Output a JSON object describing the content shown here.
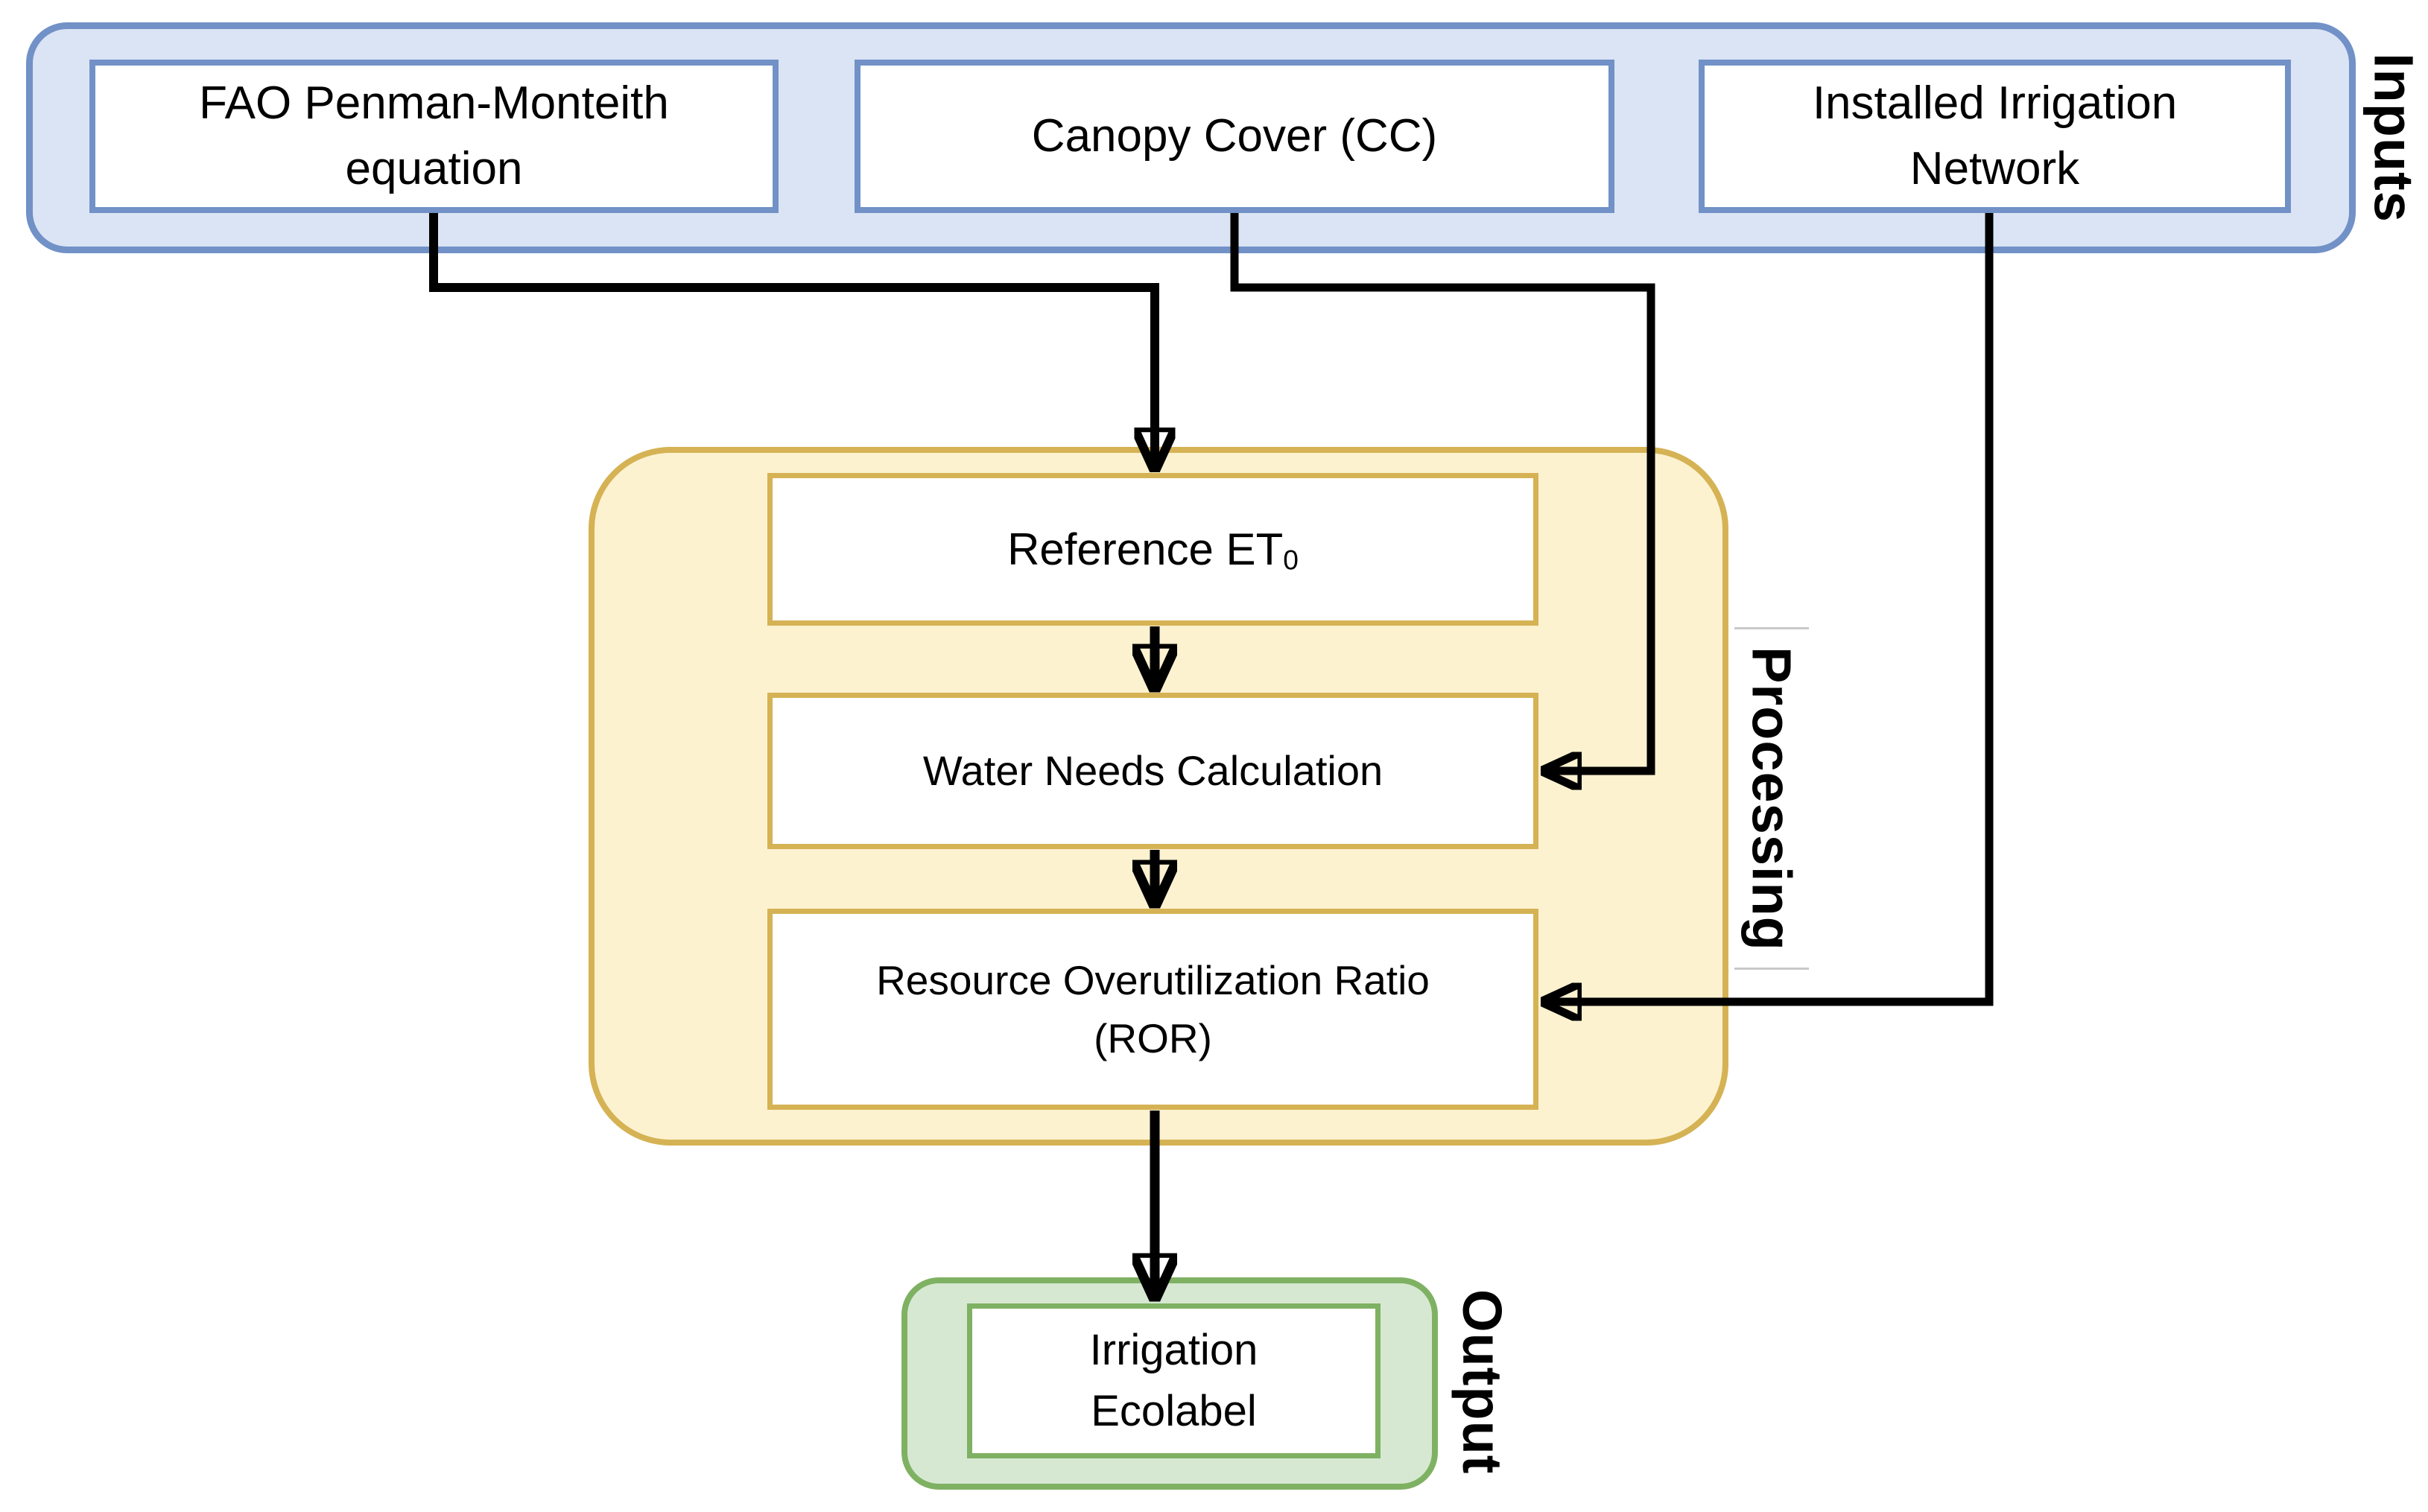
{
  "groups": {
    "inputs": {
      "label": "Inputs",
      "boxes": {
        "fao": {
          "line1": "FAO Penman-Monteith",
          "line2": "equation"
        },
        "canopy": {
          "line1": "Canopy Cover (CC)"
        },
        "network": {
          "line1": "Installed Irrigation",
          "line2": "Network"
        }
      }
    },
    "processing": {
      "label": "Processing",
      "boxes": {
        "reference": {
          "text": "Reference ET",
          "subscript": "0"
        },
        "water": {
          "line1": "Water Needs Calculation"
        },
        "ror": {
          "line1": "Resource Overutilization Ratio",
          "line2": "(ROR)"
        }
      }
    },
    "output": {
      "label": "Output",
      "boxes": {
        "ecolabel": {
          "line1": "Irrigation",
          "line2": "Ecolabel"
        }
      }
    }
  },
  "connectors": [
    {
      "name": "fao-to-reference",
      "from": "FAO Penman-Monteith equation",
      "to": "Reference ET0"
    },
    {
      "name": "canopy-to-water-needs",
      "from": "Canopy Cover (CC)",
      "to": "Water Needs Calculation"
    },
    {
      "name": "network-to-ror",
      "from": "Installed Irrigation Network",
      "to": "Resource Overutilization Ratio (ROR)"
    },
    {
      "name": "reference-to-water-needs",
      "from": "Reference ET0",
      "to": "Water Needs Calculation"
    },
    {
      "name": "water-needs-to-ror",
      "from": "Water Needs Calculation",
      "to": "Resource Overutilization Ratio (ROR)"
    },
    {
      "name": "ror-to-ecolabel",
      "from": "Resource Overutilization Ratio (ROR)",
      "to": "Irrigation Ecolabel"
    }
  ],
  "colors": {
    "inputs_fill": "#dbe4f4",
    "inputs_stroke": "#7191c7",
    "processing_fill": "#fdf2d0",
    "processing_stroke": "#d5b254",
    "output_fill": "#d6e8d2",
    "output_stroke": "#7fb163",
    "box_fill": "#ffffff",
    "connector": "#000000",
    "label_text": "#000000"
  }
}
